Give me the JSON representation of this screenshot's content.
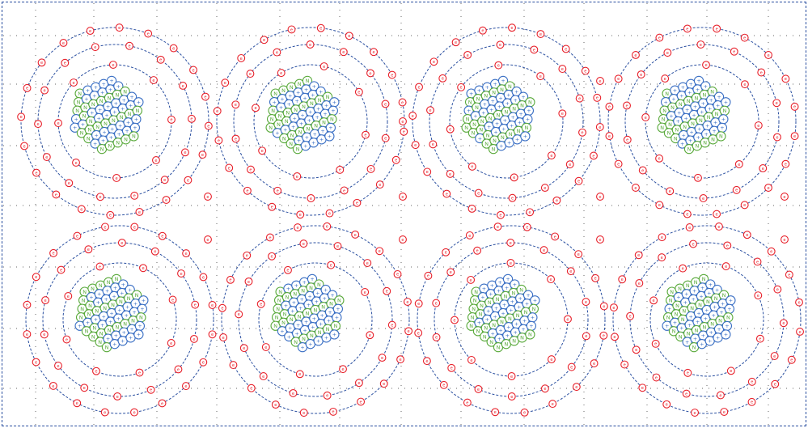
{
  "labels": {
    "electron": "e",
    "neutron": "N",
    "proton": "+"
  },
  "colors": {
    "electron": "#e8202a",
    "neutron": "#5aaa3c",
    "proton": "#3a6fc4",
    "orbit": "#2a4fa0",
    "grid": "#666666"
  },
  "grid": {
    "cols": 4,
    "rows": 2
  },
  "atoms": [
    {
      "id": 1,
      "row": 1,
      "col": 1
    },
    {
      "id": 2,
      "row": 1,
      "col": 2
    },
    {
      "id": 3,
      "row": 1,
      "col": 3
    },
    {
      "id": 4,
      "row": 1,
      "col": 4
    },
    {
      "id": 5,
      "row": 2,
      "col": 1
    },
    {
      "id": 6,
      "row": 2,
      "col": 2
    },
    {
      "id": 7,
      "row": 2,
      "col": 3
    },
    {
      "id": 8,
      "row": 2,
      "col": 4
    }
  ]
}
